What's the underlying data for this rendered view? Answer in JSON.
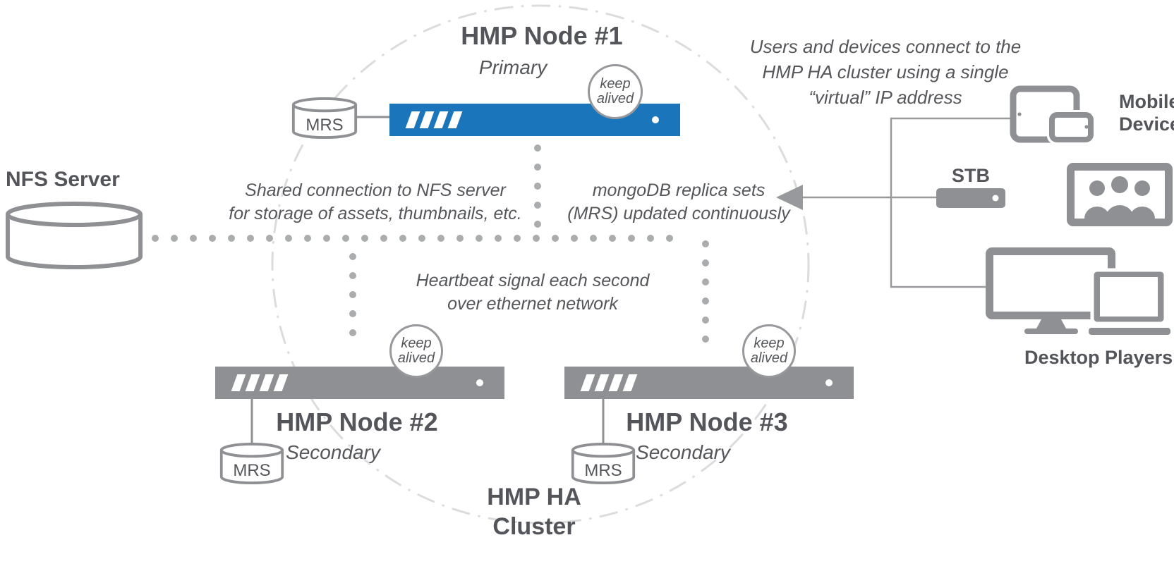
{
  "colors": {
    "primary_blue": "#1b75bb",
    "device_gray": "#8e9093",
    "text_dark": "#53555a",
    "dotted_gray": "#aaacae",
    "boundary_gray": "#dbdcdd"
  },
  "cluster": {
    "label": {
      "line1": "HMP HA",
      "line2": "Cluster"
    },
    "keepalived": {
      "line1": "keep",
      "line2": "alived"
    },
    "mrs_label": "MRS",
    "node1": {
      "title": "HMP Node #1",
      "role": "Primary"
    },
    "node2": {
      "title": "HMP Node #2",
      "role": "Secondary"
    },
    "node3": {
      "title": "HMP Node #3",
      "role": "Secondary"
    }
  },
  "nfs": {
    "label": "NFS Server"
  },
  "annotations": {
    "virtual_ip": {
      "line1": "Users and devices connect to the",
      "line2": "HMP HA cluster using a single",
      "line3": "“virtual” IP address"
    },
    "nfs_shared": {
      "line1": "Shared connection to NFS server",
      "line2": "for storage of assets, thumbnails, etc."
    },
    "mongo": {
      "line1": "mongoDB replica sets",
      "line2": "(MRS) updated continuously"
    },
    "heartbeat": {
      "line1": "Heartbeat signal each second",
      "line2": "over ethernet network"
    }
  },
  "devices": {
    "mobile": {
      "line1": "Mobile",
      "line2": "Devices"
    },
    "stb": {
      "label": "STB"
    },
    "desktop": {
      "label": "Desktop Players"
    }
  }
}
